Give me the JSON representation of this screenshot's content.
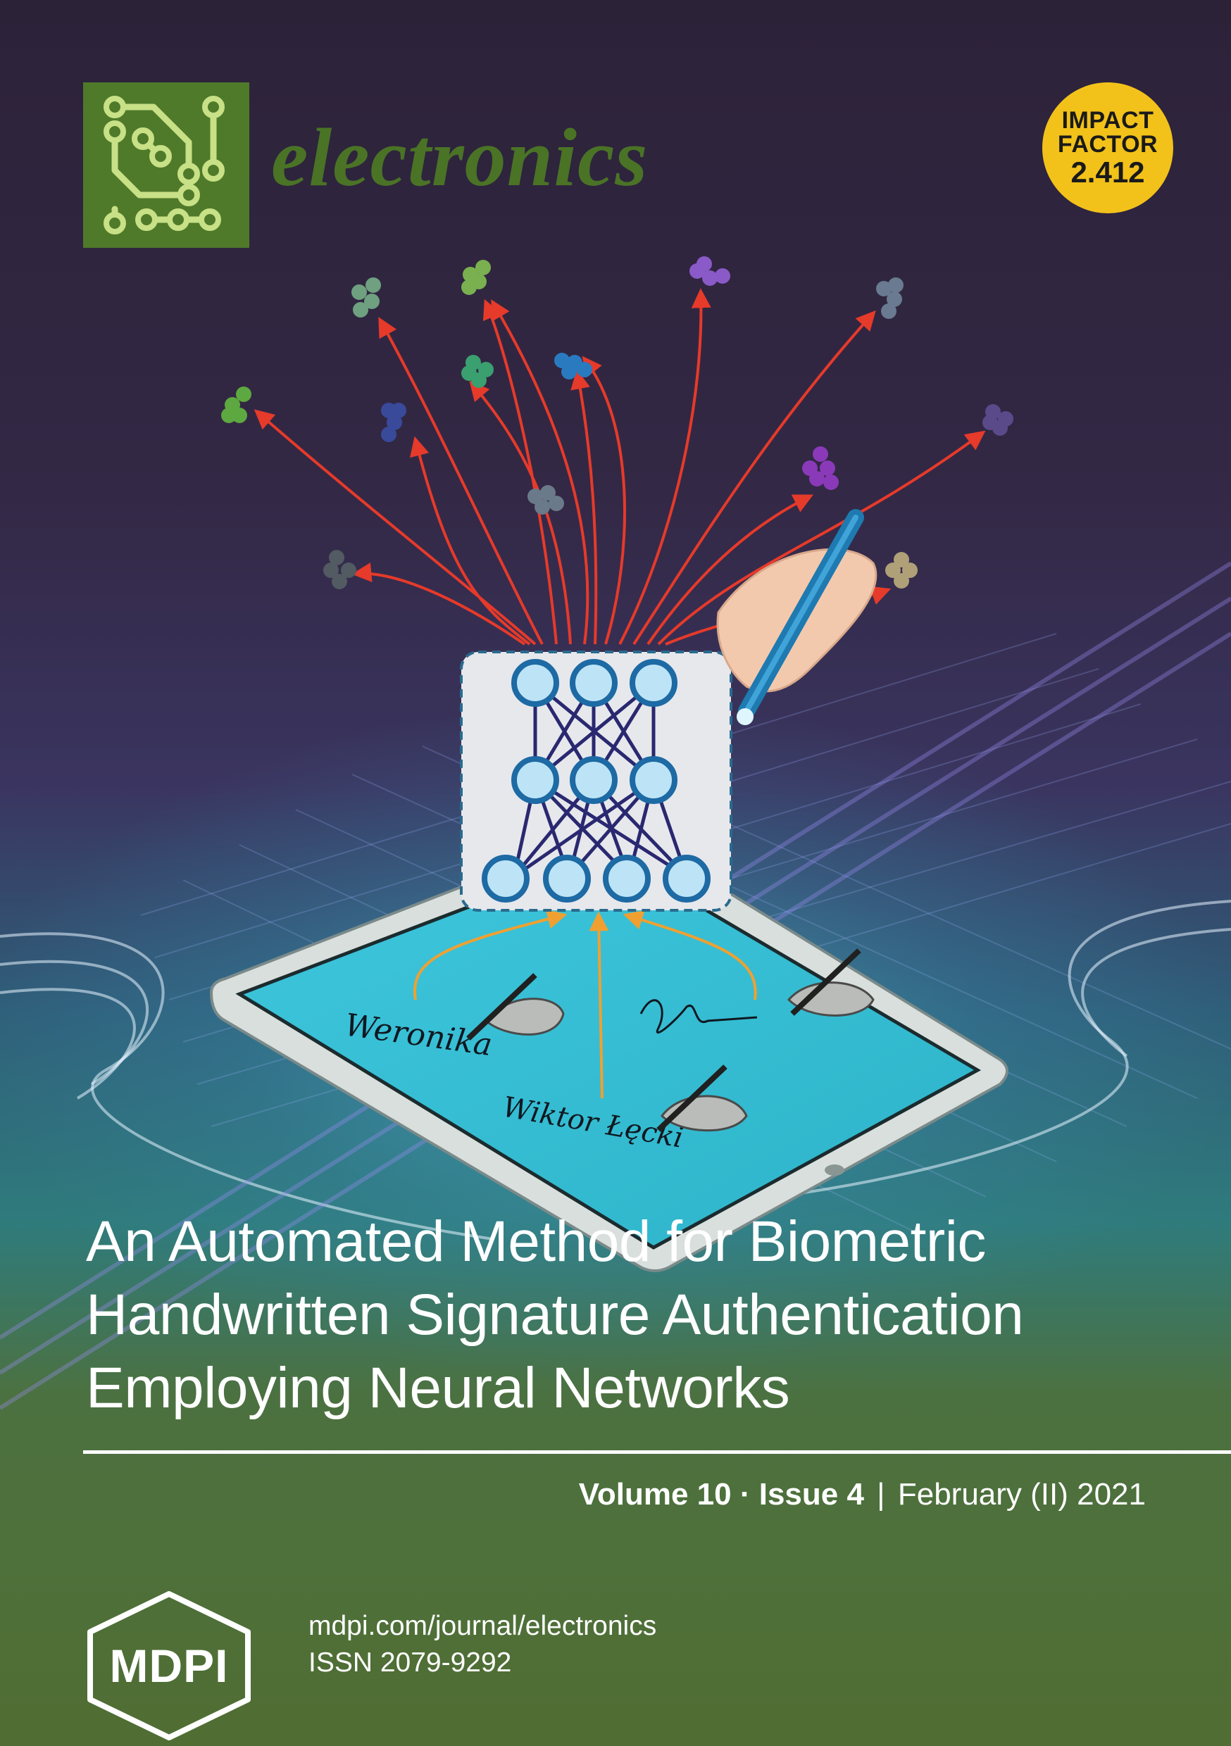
{
  "journal": {
    "name": "electronics"
  },
  "impact_factor": {
    "line1": "IMPACT",
    "line2": "FACTOR",
    "value": "2.412"
  },
  "illustration": {
    "signatures": [
      "Weronika",
      "Wiktor Łęcki"
    ]
  },
  "article": {
    "title_lines": [
      "An Automated Method for Biometric",
      "Handwritten Signature Authentication",
      "Employing Neural Networks"
    ]
  },
  "issue": {
    "volume": "Volume 10",
    "dot": "·",
    "issue": "Issue 4",
    "separator": "|",
    "date": "February (II) 2021"
  },
  "publisher": {
    "name": "MDPI"
  },
  "footer": {
    "url": "mdpi.com/journal/electronics",
    "issn": "ISSN 2079-9292"
  },
  "colors": {
    "background_top": "#2e2540",
    "background_bottom": "#4f6e33",
    "journal_green": "#4a7326",
    "badge": "#f2c21a",
    "arrows": "#e63a2a"
  }
}
